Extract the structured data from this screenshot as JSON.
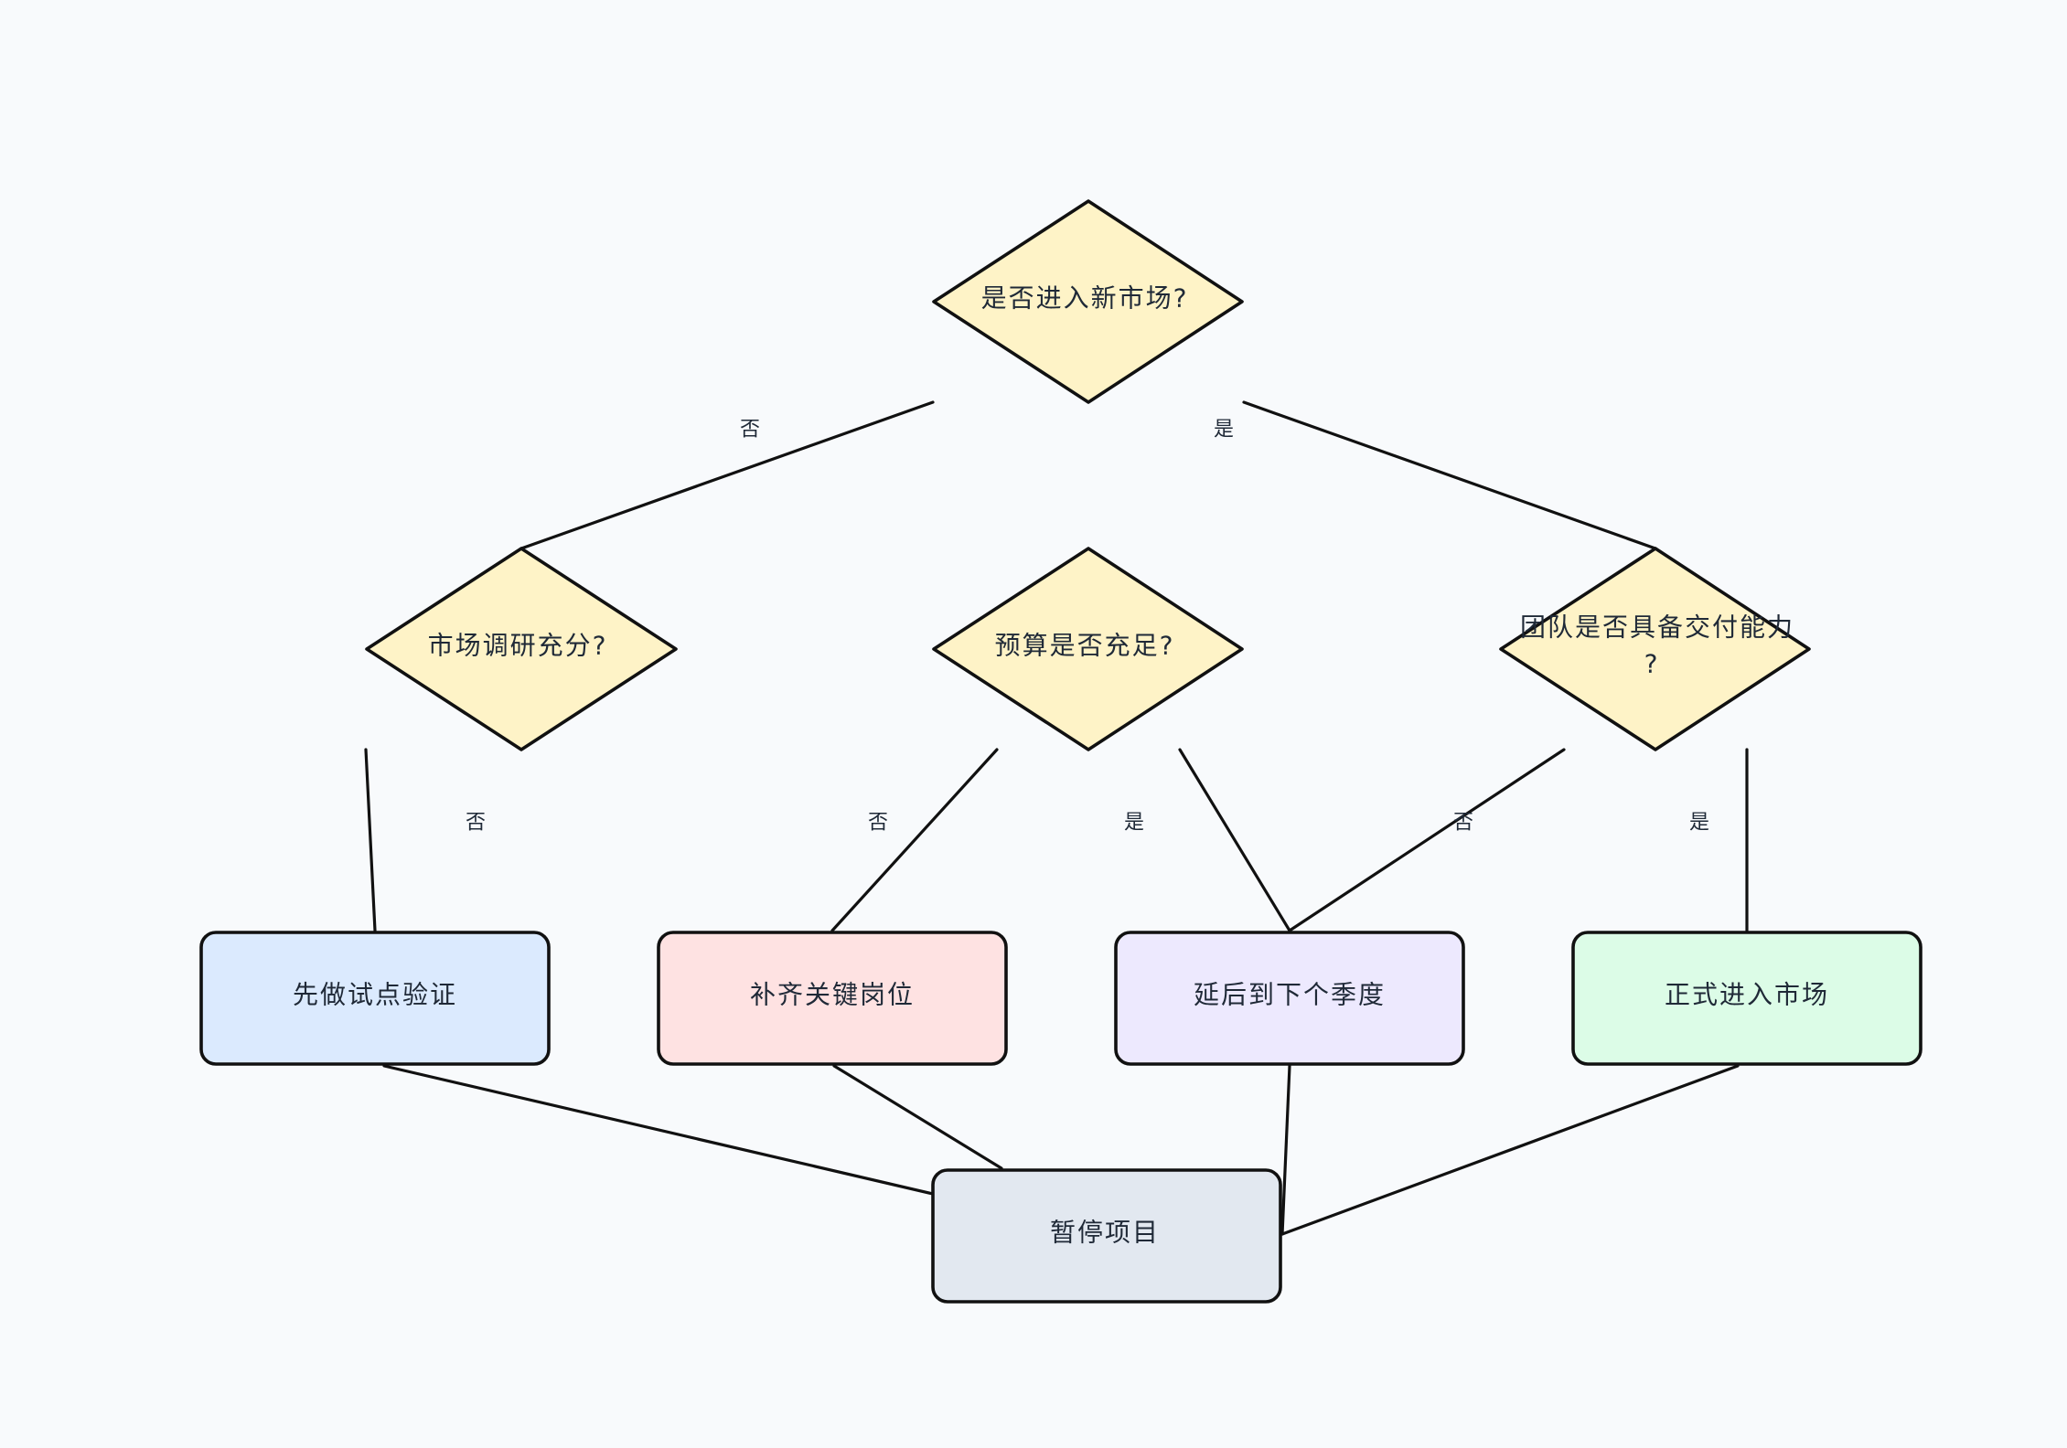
{
  "colors": {
    "background": "#f8fafc",
    "decision_fill": "#fef3c7",
    "stroke": "#111111",
    "pilot_fill": "#dbeafe",
    "hire_fill": "#fee2e2",
    "delay_fill": "#ede9fe",
    "enter_fill": "#dcfce7",
    "pause_fill": "#e2e8f0"
  },
  "nodes": {
    "q_enter": {
      "label": "是否进入新市场?"
    },
    "q_research": {
      "label": "市场调研充分?"
    },
    "q_budget": {
      "label": "预算是否充足?"
    },
    "q_team": {
      "label_line1": "团队是否具备交付能力",
      "label_line2": "?"
    },
    "a_pilot": {
      "label": "先做试点验证"
    },
    "a_hire": {
      "label": "补齐关键岗位"
    },
    "a_delay": {
      "label": "延后到下个季度"
    },
    "a_enter": {
      "label": "正式进入市场"
    },
    "a_pause": {
      "label": "暂停项目"
    }
  },
  "edge_labels": {
    "enter_to_research": "否",
    "enter_to_team": "是",
    "research_to_pilot": "否",
    "budget_to_hire": "否",
    "budget_to_delay": "是",
    "team_to_delay": "否",
    "team_to_enter": "是"
  }
}
